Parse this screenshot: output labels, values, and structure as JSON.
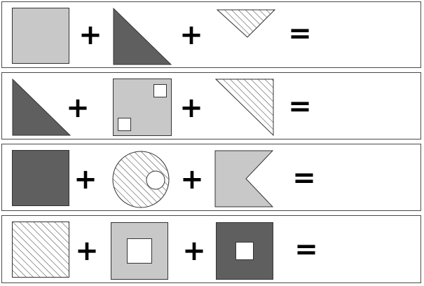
{
  "colors": {
    "light_gray": "#c8c8c8",
    "dark_gray": "#5f5f5f",
    "hatch_stroke": "#555555",
    "outline": "#333333",
    "white": "#ffffff"
  },
  "operators": {
    "plus": "+",
    "equals": "="
  },
  "rows": [
    {
      "shapes": [
        "light-gray-square",
        "dark-gray-right-triangle",
        "hatched-inverted-triangle"
      ]
    },
    {
      "shapes": [
        "dark-gray-right-triangle",
        "light-gray-square-with-two-small-white-squares",
        "hatched-right-triangle"
      ]
    },
    {
      "shapes": [
        "dark-gray-square",
        "hatched-circle-with-white-circle",
        "light-gray-notched-flag"
      ]
    },
    {
      "shapes": [
        "hatched-square",
        "light-gray-square-with-white-center",
        "dark-gray-square-with-white-center"
      ]
    }
  ]
}
